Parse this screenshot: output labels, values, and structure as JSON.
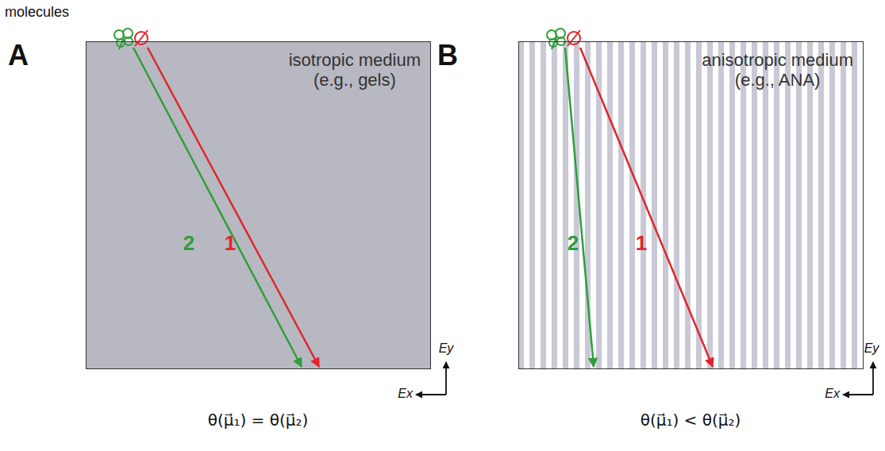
{
  "diagram": {
    "nodes": [
      {
        "text": [
          "isotropic medium",
          "(e.g., gels)"
        ]
      },
      {
        "text": [
          "anisotropic medium",
          "(e.g., ANA)"
        ]
      }
    ],
    "labels": [
      "molecules",
      "A",
      "B",
      "2",
      "1",
      "2",
      "1",
      "Ex",
      "Ey",
      "Ex",
      "Ey",
      "θ(μ⃗₁) = θ(μ⃗₂)",
      "θ(μ⃗₁) < θ(μ⃗₂)"
    ]
  }
}
